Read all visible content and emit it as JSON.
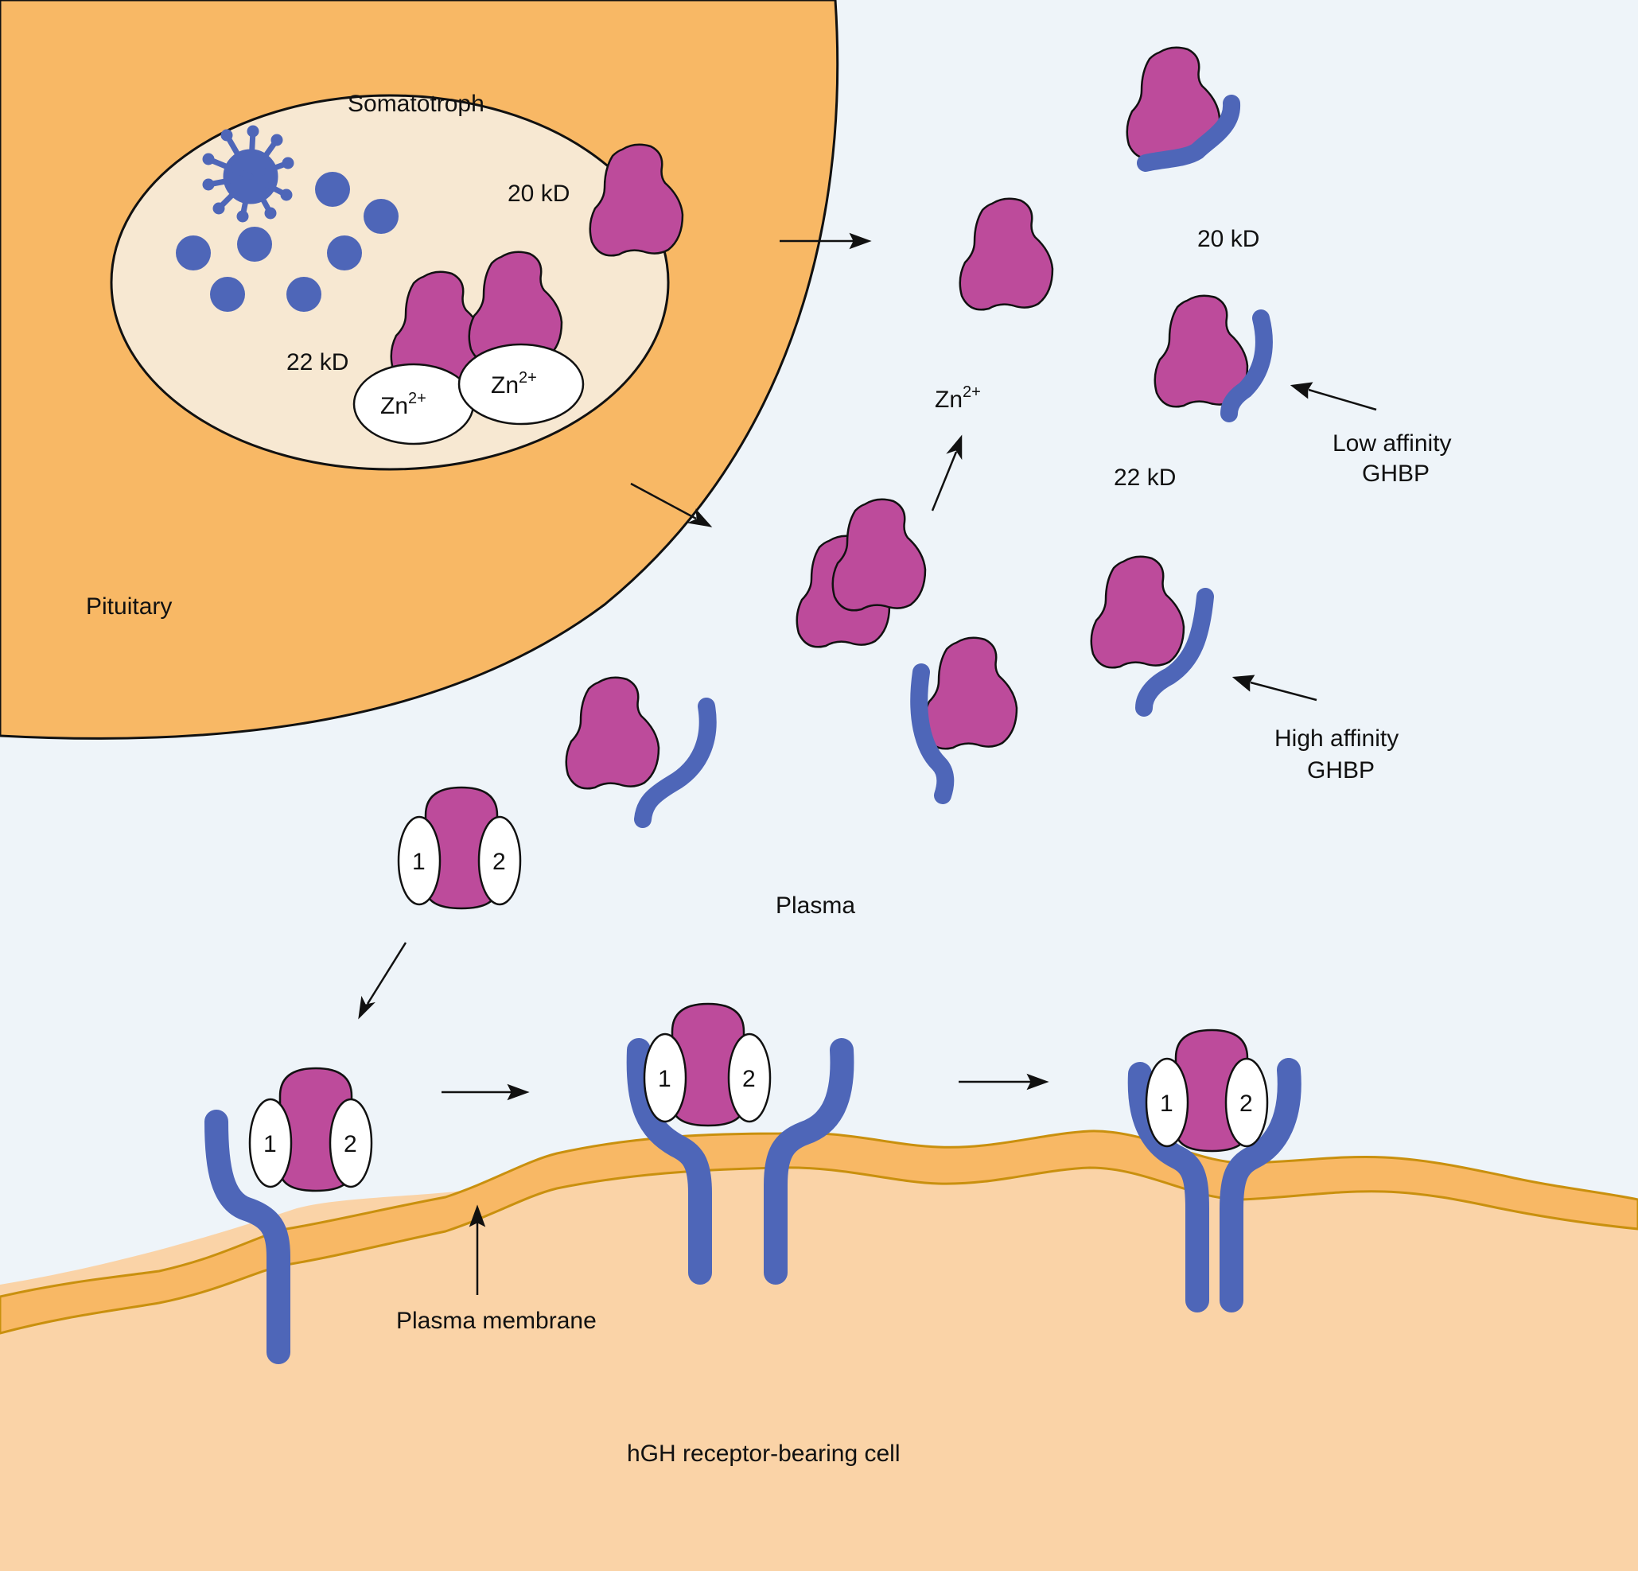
{
  "labels": {
    "somatotroph": "Somatotroph",
    "twenty_kd_cell": "20 kD",
    "twenty_two_kd_cell": "22 kD",
    "zinc_a": "Zn",
    "zinc_b": "Zn",
    "zinc_free": "Zn",
    "zinc_sup": "2+",
    "twenty_kd_plasma": "20 kD",
    "twenty_two_kd_plasma": "22 kD",
    "low_affinity_1": "Low affinity",
    "low_affinity_2": "GHBP",
    "high_affinity_1": "High affinity",
    "high_affinity_2": "GHBP",
    "pituitary": "Pituitary",
    "plasma": "Plasma",
    "plasma_membrane": "Plasma membrane",
    "cell": "hGH receptor-bearing cell",
    "site1": "1",
    "site2": "2"
  },
  "colors": {
    "pituitary": "#F8B865",
    "somatotroph": "#F7E8D2",
    "plasma": "#EEF4F9",
    "cell": "#FAD3A7",
    "membrane": "#F8B865",
    "membrane_line": "#C9900E",
    "hgh": "#BD4B9B",
    "receptor": "#4E66B8",
    "zinc": "#FFFFFF"
  }
}
